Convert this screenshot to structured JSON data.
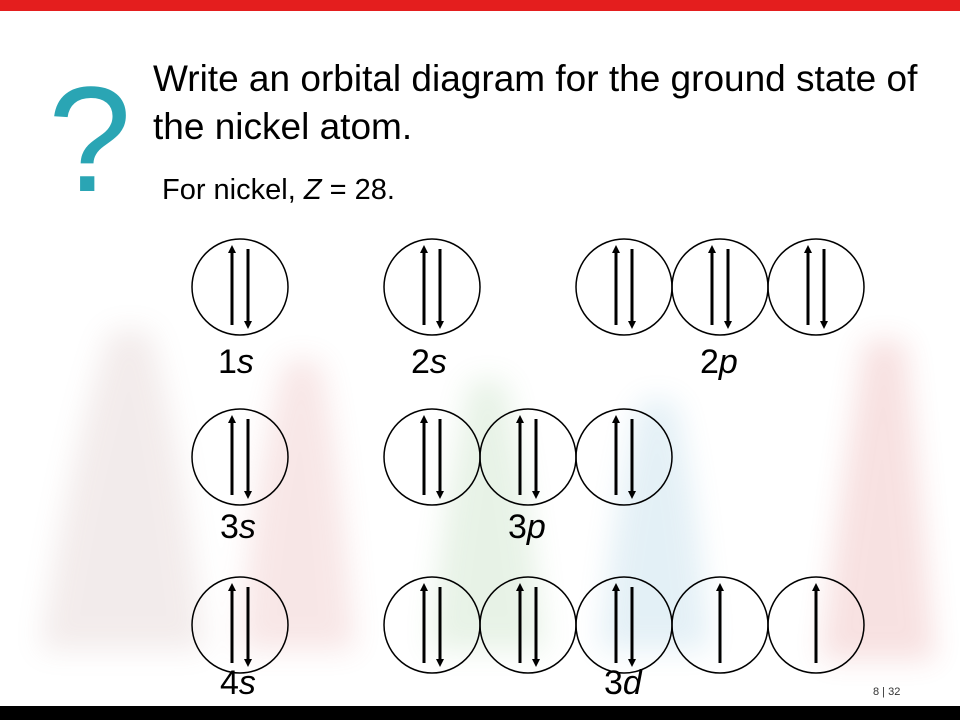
{
  "title": "Write an orbital diagram for the ground state of the nickel atom.",
  "subtitle": {
    "prefix": "For nickel, ",
    "variable": "Z",
    "suffix": " = 28."
  },
  "question_mark": "?",
  "subshells": [
    {
      "label": "1s",
      "orbitals": [
        "paired"
      ]
    },
    {
      "label": "2s",
      "orbitals": [
        "paired"
      ]
    },
    {
      "label": "2p",
      "orbitals": [
        "paired",
        "paired",
        "paired"
      ]
    },
    {
      "label": "3s",
      "orbitals": [
        "paired"
      ]
    },
    {
      "label": "3p",
      "orbitals": [
        "paired",
        "paired",
        "paired"
      ]
    },
    {
      "label": "4s",
      "orbitals": [
        "paired"
      ]
    },
    {
      "label": "3d",
      "orbitals": [
        "paired",
        "paired",
        "paired",
        "up",
        "up"
      ]
    }
  ],
  "page_number": "8 | 32",
  "colors": {
    "top_bar": "#e41e1e",
    "bottom_bar": "#000000",
    "question_mark": "#2aa5b4"
  }
}
